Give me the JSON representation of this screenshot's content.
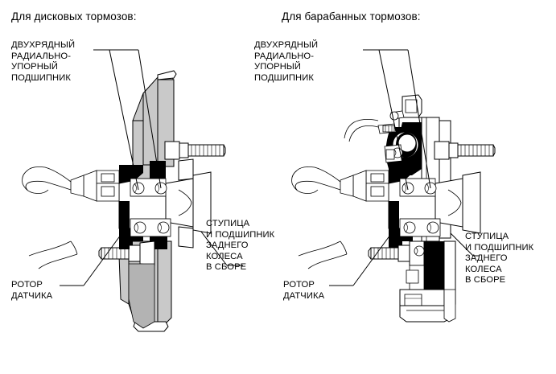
{
  "page": {
    "background_color": "#ffffff",
    "line_color": "#000000",
    "rotor_gray": "#c9c9c9",
    "seal_black": "#000000"
  },
  "headings": {
    "left": "Для дисковых тормозов:",
    "right": "Для барабанных тормозов:"
  },
  "diagrams": {
    "left": {
      "name": "disc-brake-hub-cross-section",
      "bearing_label": {
        "line1": "ДВУХРЯДНЫЙ",
        "line2": "РАДИАЛЬНО-",
        "line3": "УПОРНЫЙ",
        "line4": "ПОДШИПНИК"
      },
      "hub_label": {
        "line1": "СТУПИЦА",
        "line2": "И ПОДШИПНИК",
        "line3": "ЗАДНЕГО",
        "line4": "КОЛЕСА",
        "line5": "В СБОРЕ"
      },
      "sensor_label": {
        "line1": "РОТОР",
        "line2": "ДАТЧИКА"
      }
    },
    "right": {
      "name": "drum-brake-hub-cross-section",
      "bearing_label": {
        "line1": "ДВУХРЯДНЫЙ",
        "line2": "РАДИАЛЬНО-",
        "line3": "УПОРНЫЙ",
        "line4": "ПОДШИПНИК"
      },
      "hub_label": {
        "line1": "СТУПИЦА",
        "line2": "И ПОДШИПНИК",
        "line3": "ЗАДНЕГО",
        "line4": "КОЛЕСА",
        "line5": "В СБОРЕ"
      },
      "sensor_label": {
        "line1": "РОТОР",
        "line2": "ДАТЧИКА"
      }
    }
  }
}
